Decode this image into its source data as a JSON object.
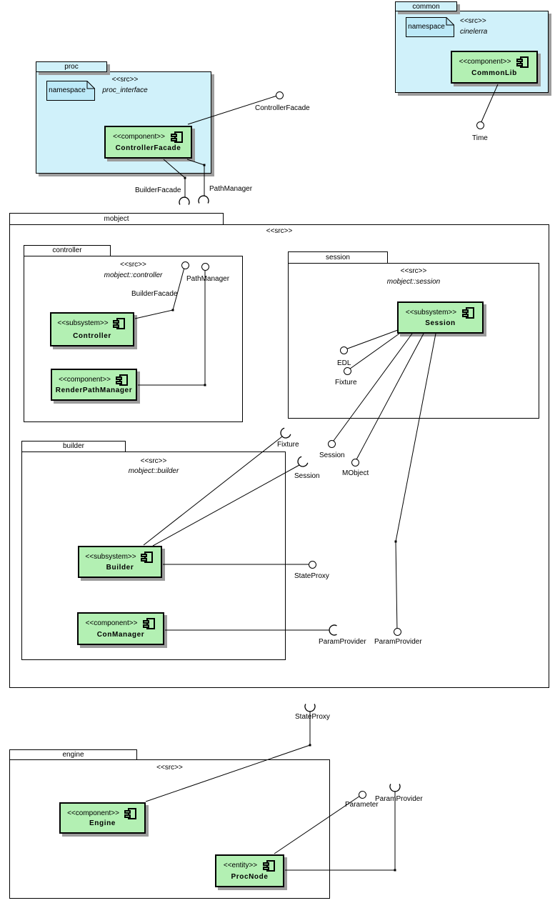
{
  "colors": {
    "package_fill": "#d0f1fa",
    "note_fill": "#bce9f8",
    "component_fill": "#b3f0b3",
    "shadow": "#9c9c9c",
    "line": "#000000"
  },
  "packages": {
    "common": {
      "tab": "common",
      "src": "<<src>>",
      "note": "namespace",
      "name": "cinelerra"
    },
    "proc": {
      "tab": "proc",
      "src": "<<src>>",
      "note": "namespace",
      "name": "proc_interface"
    },
    "mobject": {
      "tab": "mobject",
      "src": "<<src>>"
    },
    "controller": {
      "tab": "controller",
      "src": "<<src>>",
      "name": "mobject::controller"
    },
    "session": {
      "tab": "session",
      "src": "<<src>>",
      "name": "mobject::session"
    },
    "builder": {
      "tab": "builder",
      "src": "<<src>>",
      "name": "mobject::builder"
    },
    "engine": {
      "tab": "engine",
      "src": "<<src>>"
    }
  },
  "components": {
    "commonlib": {
      "stereotype": "<<component>>",
      "name": "CommonLib"
    },
    "controllerfacade": {
      "stereotype": "<<component>>",
      "name": "ControllerFacade"
    },
    "controller": {
      "stereotype": "<<subsystem>>",
      "name": "Controller"
    },
    "renderpathmanager": {
      "stereotype": "<<component>>",
      "name": "RenderPathManager"
    },
    "session": {
      "stereotype": "<<subsystem>>",
      "name": "Session"
    },
    "builder": {
      "stereotype": "<<subsystem>>",
      "name": "Builder"
    },
    "conmanager": {
      "stereotype": "<<component>>",
      "name": "ConManager"
    },
    "engine": {
      "stereotype": "<<component>>",
      "name": "Engine"
    },
    "procnode": {
      "stereotype": "<<entity>>",
      "name": "ProcNode"
    }
  },
  "interfaces": {
    "controllerfacade_ball": "ControllerFacade",
    "time_ball": "Time",
    "builderfacade_socket": "BuilderFacade",
    "pathmanager_socket": "PathManager",
    "builderfacade_ball": "BuilderFacade",
    "pathmanager_ball": "PathManager",
    "edl_ball": "EDL",
    "fixture_ball": "Fixture",
    "session_ball": "Session",
    "mobject_ball": "MObject",
    "fixture_socket": "Fixture",
    "session_socket": "Session",
    "stateproxy_ball": "StateProxy",
    "paramprovider_ball": "ParamProvider",
    "conmanager_paramprovider_socket": "ParamProvider",
    "stateproxy_socket": "StateProxy",
    "parameter_ball": "Parameter",
    "procnode_paramprovider_socket": "ParamProvider"
  }
}
